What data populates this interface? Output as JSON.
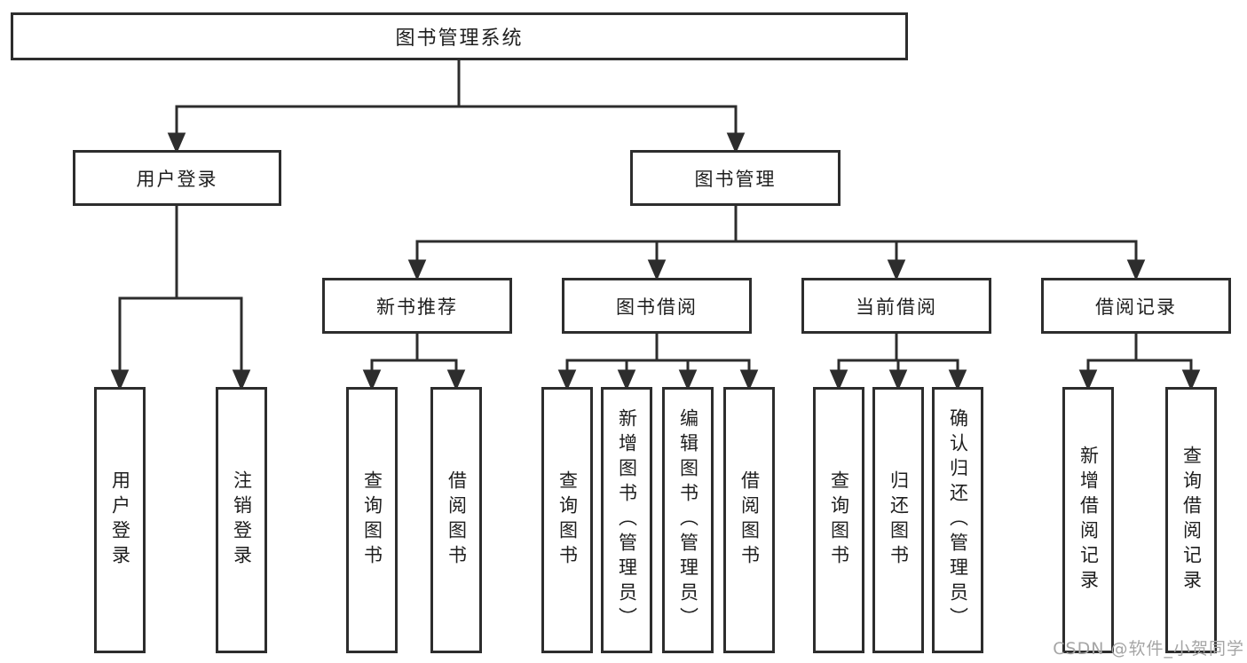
{
  "colors": {
    "line": "#2d2d2d",
    "box_border": "#2d2d2d",
    "text": "#1e1e1e",
    "watermark": "#a5a5a5",
    "background": "#ffffff"
  },
  "tree": {
    "root": "图书管理系统",
    "user_login": {
      "label": "用户登录",
      "children": [
        "用户登录",
        "注销登录"
      ]
    },
    "book_management": {
      "label": "图书管理",
      "groups": [
        {
          "label": "新书推荐",
          "children": [
            "查询图书",
            "借阅图书"
          ]
        },
        {
          "label": "图书借阅",
          "children": [
            "查询图书",
            "新增图书（管理员）",
            "编辑图书（管理员）",
            "借阅图书"
          ]
        },
        {
          "label": "当前借阅",
          "children": [
            "查询图书",
            "归还图书",
            "确认归还（管理员）"
          ]
        },
        {
          "label": "借阅记录",
          "children": [
            "新增借阅记录",
            "查询借阅记录"
          ]
        }
      ]
    }
  },
  "watermark": "CSDN @软件_小贺同学"
}
